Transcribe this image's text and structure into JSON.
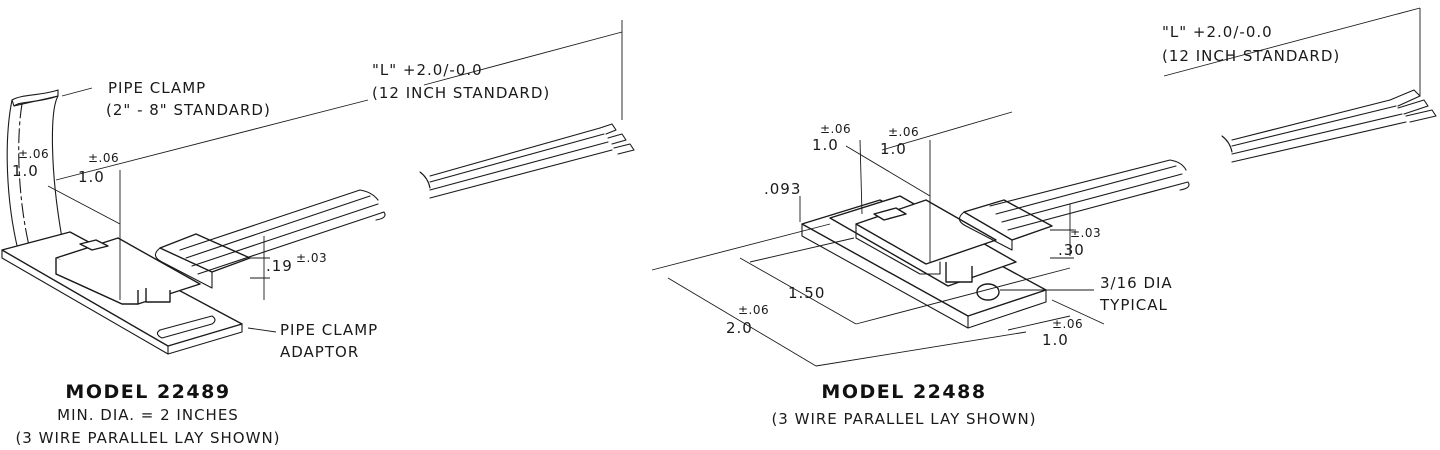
{
  "left": {
    "model_title": "MODEL 22489",
    "subtitle_line1": "MIN. DIA.  = 2 INCHES",
    "subtitle_line2": "(3 WIRE PARALLEL LAY SHOWN)",
    "pipe_clamp_label": "PIPE CLAMP",
    "pipe_clamp_std": "(2\" - 8\" STANDARD)",
    "adaptor_label_1": "PIPE CLAMP",
    "adaptor_label_2": "ADAPTOR",
    "length_label": "\"L\" +2.0/-0.0",
    "length_std": "(12 INCH STANDARD)",
    "dim_a_tol": "±.06",
    "dim_a_val": "1.0",
    "dim_b_tol": "±.06",
    "dim_b_val": "1.0",
    "dim_h_val": ".19",
    "dim_h_tol": "±.03"
  },
  "right": {
    "model_title": "MODEL 22488",
    "subtitle_line1": "(3 WIRE PARALLEL LAY SHOWN)",
    "length_label": "\"L\" +2.0/-0.0",
    "length_std": "(12 INCH STANDARD)",
    "dim_a_tol": "±.06",
    "dim_a_val": "1.0",
    "dim_b_tol": "±.06",
    "dim_b_val": "1.0",
    "dim_thk": ".093",
    "dim_150": "1.50",
    "dim_20_tol": "±.06",
    "dim_20_val": "2.0",
    "dim_30_val": ".30",
    "dim_30_tol": "±.03",
    "hole_label_1": "3/16 DIA",
    "hole_label_2": "TYPICAL",
    "dim_c_tol": "±.06",
    "dim_c_val": "1.0"
  }
}
